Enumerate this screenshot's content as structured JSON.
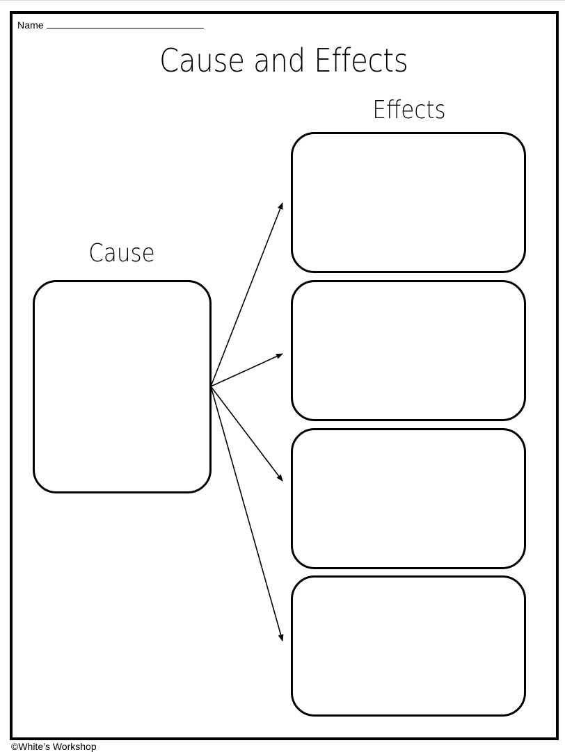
{
  "worksheet": {
    "name_label": "Name",
    "title": "Cause and Effects",
    "cause_label": "Cause",
    "effects_label": "Effects",
    "copyright": "©White’s Workshop"
  },
  "colors": {
    "ink": "#000000",
    "paper": "#ffffff"
  }
}
